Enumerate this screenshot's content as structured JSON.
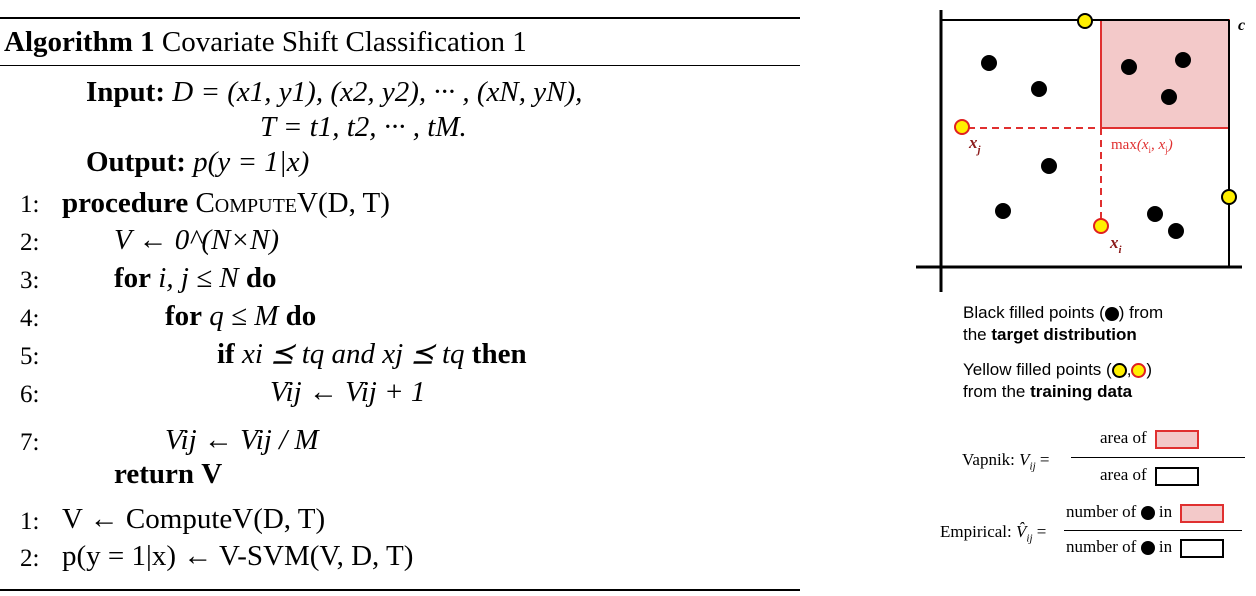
{
  "algorithm": {
    "title_label": "Algorithm 1",
    "title_text": "Covariate Shift Classification 1",
    "input_label": "Input:",
    "input_line1": "D = (x1, y1), (x2, y2), ··· , (xN, yN),",
    "input_line2": "T = t1, t2, ··· , tM.",
    "output_label": "Output:",
    "output_text": "p(y = 1|x)",
    "lines": [
      {
        "num": "1:",
        "keyword": "procedure",
        "text": "ComputeV(D, T)"
      },
      {
        "num": "2:",
        "text": "V ← 0^(N×N)"
      },
      {
        "num": "3:",
        "keyword": "for",
        "text": "i, j ≤ N",
        "keyword2": "do"
      },
      {
        "num": "4:",
        "keyword": "for",
        "text": "q ≤ M",
        "keyword2": "do"
      },
      {
        "num": "5:",
        "keyword": "if",
        "text": "xi ⪯ tq and xj ⪯ tq",
        "keyword2": "then"
      },
      {
        "num": "6:",
        "text": "Vij ← Vij + 1"
      },
      {
        "num": "7:",
        "text": "Vij ← Vij / M"
      },
      {
        "keyword": "return",
        "text": "V"
      }
    ],
    "main_lines": [
      {
        "num": "1:",
        "text": "V ← ComputeV(D, T)"
      },
      {
        "num": "2:",
        "text": "p(y = 1|x) ← V-SVM(V, D, T)"
      }
    ]
  },
  "diagram": {
    "corner_label": "c",
    "xj_label": "x_j",
    "xi_label": "x_i",
    "max_label": "max(x_i, x_j)",
    "colors": {
      "region_fill": "#f3c9c9",
      "region_stroke": "#e03030",
      "training_point": "#ffef00",
      "target_point": "#000000"
    }
  },
  "legend": {
    "black_line1": "Black filled points (",
    "black_line1_end": ") from",
    "black_line2_pre": "the ",
    "black_line2_bold": "target distribution",
    "yellow_line1": "Yellow filled points (",
    "yellow_sep": ",",
    "yellow_line1_end": ")",
    "yellow_line2_pre": "from the ",
    "yellow_line2_bold": "training data",
    "vapnik_label": "Vapnik:",
    "vapnik_symbol": "V",
    "vapnik_sub": "ij",
    "vapnik_num": "area of",
    "vapnik_den": "area of",
    "empirical_label": "Empirical:",
    "empirical_symbol": "V̂",
    "empirical_sub": "ij",
    "empirical_num_pre": "number of",
    "empirical_num_post": "in",
    "empirical_den_pre": "number of",
    "empirical_den_post": "in",
    "equals": "="
  }
}
